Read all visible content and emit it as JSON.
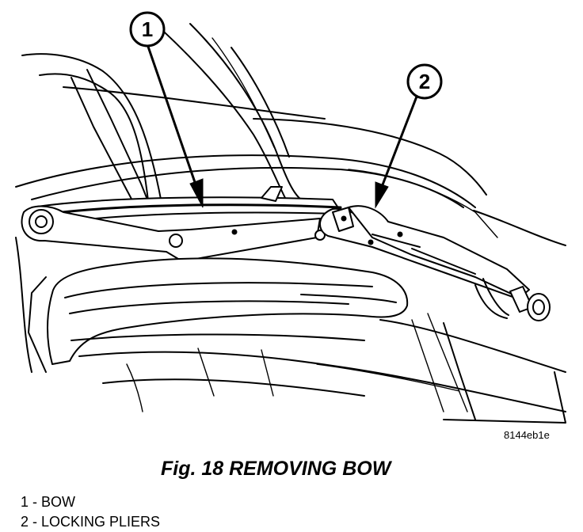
{
  "figure": {
    "callouts": [
      {
        "number": "1"
      },
      {
        "number": "2"
      }
    ],
    "image_code": "8144eb1e",
    "caption": "Fig. 18 REMOVING BOW",
    "legend": [
      {
        "number": "1",
        "label": "BOW"
      },
      {
        "number": "2",
        "label": "LOCKING PLIERS"
      }
    ]
  }
}
